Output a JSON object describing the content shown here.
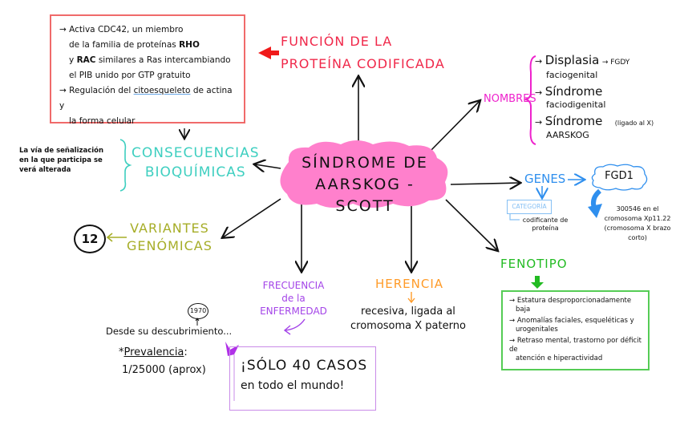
{
  "center": {
    "line1": "SÍNDROME DE",
    "line2": "AARSKOG - SCOTT",
    "color": "#ff80cc"
  },
  "funcion": {
    "title_l1": "FUNCIÓN DE LA",
    "title_l2": "PROTEÍNA CODIFICADA",
    "color": "#f0284a",
    "box_border_color": "#f06a6a",
    "items": [
      {
        "arrow": "→",
        "l1": "Activa CDC42, un miembro",
        "l2a": "de la familia de proteínas ",
        "l2b": "RHO",
        "l3a": "y ",
        "l3b": "RAC",
        "l3c": " similares a Ras intercambiando",
        "l4": "el PIB unido por GTP gratuito"
      },
      {
        "arrow": "→",
        "l1a": "Regulación del ",
        "l1b": "citoesqueleto",
        "l1c": " de actina y",
        "l2": "la forma celular"
      }
    ]
  },
  "consecuencias": {
    "title_l1": "CONSECUENCIAS",
    "title_l2": "BIOQUÍMICAS",
    "color": "#3ecfc0",
    "note": "La vía de señalización en la que participa se verá alterada"
  },
  "nombres": {
    "label": "NOMBRES",
    "color": "#ee22cc",
    "items": [
      {
        "arrow": "→",
        "l1": "Displasia",
        "l2": "faciogenital",
        "extra": "→ FGDY"
      },
      {
        "arrow": "→",
        "l1": "Síndrome",
        "l2": "faciodigenital",
        "extra": ""
      },
      {
        "arrow": "→",
        "l1": "Síndrome",
        "l2": "AARSKOG",
        "extra": "(ligado al X)"
      }
    ]
  },
  "genes": {
    "label": "GENES",
    "color": "#2f8fee",
    "gene": "FGD1",
    "categoria_label": "CATEGORÍA",
    "categoria_value": "codificante de proteína",
    "locus_l1": "300546 en el",
    "locus_l2": "cromosoma Xp11.22",
    "locus_l3": "(cromosoma X brazo corto)"
  },
  "variantes": {
    "title_l1": "VARIANTES",
    "title_l2": "GENÓMICAS",
    "color": "#a6ad27",
    "count": "12"
  },
  "frecuencia": {
    "title_l1": "FRECUENCIA",
    "title_l2": "de la",
    "title_l3": "ENFERMEDAD",
    "color": "#a445e8",
    "year": "1970",
    "desde": "Desde su descubrimiento...",
    "prevalencia_star": "*",
    "prevalencia_label": "Prevalencia",
    "prevalencia_colon": ":",
    "prevalencia_value": "1/25000 (aprox)",
    "casos_l1": "¡SÓLO 40 CASOS",
    "casos_l2": "en todo el mundo!"
  },
  "herencia": {
    "title": "HERENCIA",
    "color": "#ff9b28",
    "arrow": "↓",
    "text_l1": "recesiva, ligada al",
    "text_l2": "cromosoma X paterno"
  },
  "fenotipo": {
    "title": "FENOTIPO",
    "color": "#22bb22",
    "items": [
      {
        "arrow": "→",
        "l1": "Estatura desproporcionadamente",
        "l2": "baja"
      },
      {
        "arrow": "→",
        "l1": "Anomalías faciales, esqueléticas y",
        "l2": "urogenitales"
      },
      {
        "arrow": "→",
        "l1": "Retraso mental, trastorno por déficit de",
        "l2": "atención e hiperactividad"
      }
    ]
  }
}
